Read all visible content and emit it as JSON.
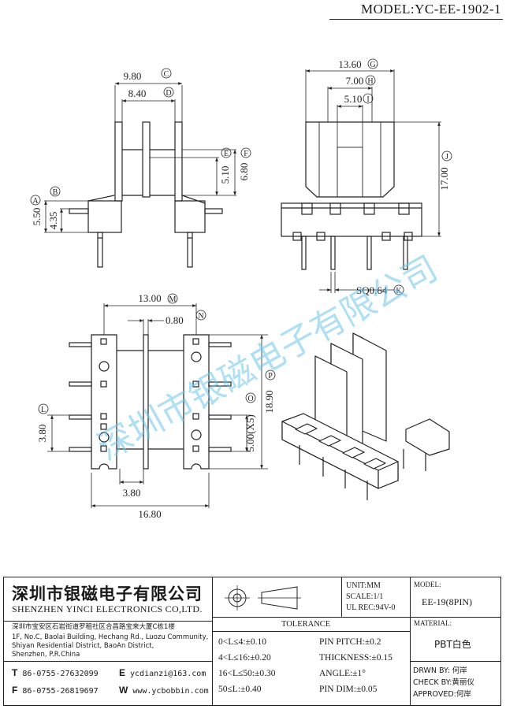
{
  "model_title": "MODEL:YC-EE-1902-1",
  "watermark": "深圳市银磁电子有限公司",
  "dimensions": {
    "d_980": "9.80",
    "d_840": "8.40",
    "d_510": "5.10",
    "d_680": "6.80",
    "d_550": "5.50",
    "d_435": "4.35",
    "d_1360": "13.60",
    "d_700": "7.00",
    "d_510b": "5.10",
    "d_1700": "17.00",
    "d_sq": "SQ0.64",
    "d_1300": "13.00",
    "d_080": "0.80",
    "d_1890": "18.90",
    "d_380v": "3.80",
    "d_500x5": "5.00(X5)",
    "d_380h": "3.80",
    "d_1680": "16.80"
  },
  "markers": {
    "A": "A",
    "B": "B",
    "C": "C",
    "D": "D",
    "E": "E",
    "F": "F",
    "G": "G",
    "H": "H",
    "I": "I",
    "J": "J",
    "K": "K",
    "L": "L",
    "M": "M",
    "N": "N",
    "O": "O",
    "P": "P"
  },
  "title_block": {
    "company_cn": "深圳市银磁电子有限公司",
    "company_en": "SHENZHEN YINCI ELECTRONICS CO,LTD.",
    "address_cn": "深圳市宝安区石岩街道罗租社区合昌路宝来大厦C栋1楼",
    "address_en_1": "1F, No.C, Baolai Building, Hechang Rd., Luozu Community,",
    "address_en_2": "Shiyan Residential District, BaoAn District,",
    "address_en_3": "Shenzhen, P.R.China",
    "tel_label": "T",
    "tel": "86-0755-27632099",
    "fax_label": "F",
    "fax": "86-0755-26819697",
    "email_label": "E",
    "email": "ycdianzi@163.com",
    "web_label": "W",
    "web": "www.ycbobbin.com",
    "unit": "UNIT:MM",
    "scale": "SCALE:1/1",
    "ul_rec": "UL REC:94V-0",
    "model_label": "MODEL:",
    "model_value": "EE-19(8PIN)",
    "material_label": "MATERIAL:",
    "material_value": "PBT白色",
    "tolerance_label": "TOLERANCE",
    "tol_1": "0<L≤4:±0.10",
    "tol_2": "4<L≤16:±0.20",
    "tol_3": "16<L≤50:±0.30",
    "tol_4": "50≤L:±0.40",
    "tol_5": "PIN PITCH:±0.2",
    "tol_6": "THICKNESS:±0.15",
    "tol_7": "ANGLE:±1°",
    "tol_8": "PIN DIM:±0.05",
    "drawn_by": "DRWN BY: 何岸",
    "check_by": "CHECK BY:黄丽仪",
    "approved": "APPROVED:何岸"
  }
}
